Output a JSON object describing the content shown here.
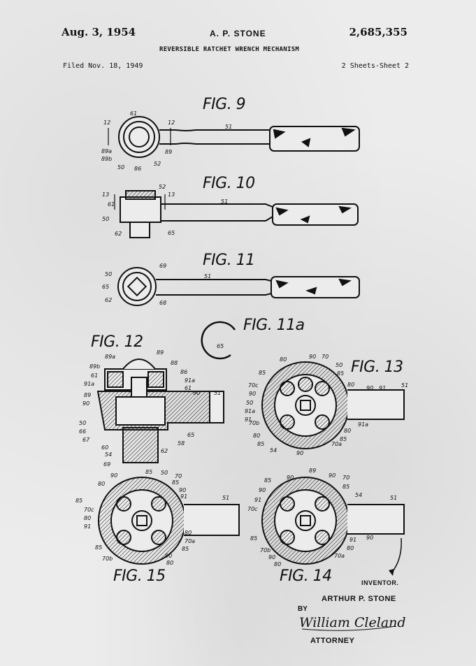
{
  "header": {
    "date": "Aug. 3, 1954",
    "inventor_header": "A. P. STONE",
    "patent_number": "2,685,355",
    "title": "REVERSIBLE RATCHET WRENCH MECHANISM",
    "filed": "Filed Nov. 18, 1949",
    "sheets": "2 Sheets-Sheet 2"
  },
  "figures": {
    "fig9": "FIG. 9",
    "fig10": "FIG. 10",
    "fig11": "FIG. 11",
    "fig11a": "FIG. 11a",
    "fig12": "FIG. 12",
    "fig13": "FIG. 13",
    "fig14": "FIG. 14",
    "fig15": "FIG. 15"
  },
  "labels": {
    "n12": "12",
    "n61": "61",
    "n51": "51",
    "n89a": "89a",
    "n89b": "89b",
    "n89": "89",
    "n50": "50",
    "n86": "86",
    "n52": "52",
    "n13": "13",
    "n62": "62",
    "n65": "65",
    "n69": "69",
    "n68": "68",
    "n88": "88",
    "n91a": "91a",
    "n90": "90",
    "n66": "66",
    "n67": "67",
    "n60": "60",
    "n54": "54",
    "n58": "58",
    "n80": "80",
    "n70": "70",
    "n85": "85",
    "n70c": "70c",
    "n91": "91",
    "n70b": "70b",
    "n70a": "70a"
  },
  "signature": {
    "inventor_label": "INVENTOR.",
    "inventor_name": "ARTHUR P. STONE",
    "by": "BY",
    "attorney_signature": "William Cleland",
    "attorney_label": "ATTORNEY"
  }
}
